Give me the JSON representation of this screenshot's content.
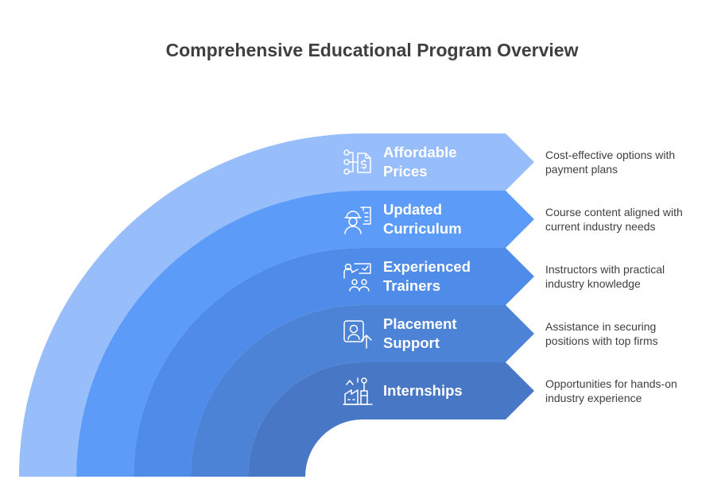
{
  "title": "Comprehensive Educational Program Overview",
  "colors": {
    "band_1": "#97bdfb",
    "band_2": "#5c9bf7",
    "band_3": "#4f8be8",
    "band_4": "#4c83d6",
    "band_5": "#4877c6",
    "text": "#3f3f3f",
    "label": "#ffffff"
  },
  "items": [
    {
      "label_line1": "Affordable",
      "label_line2": "Prices",
      "desc_line1": "Cost-effective options with",
      "desc_line2": "payment plans",
      "icon": "pricing-flow-icon"
    },
    {
      "label_line1": "Updated",
      "label_line2": "Curriculum",
      "desc_line1": "Course content aligned with",
      "desc_line2": "current industry needs",
      "icon": "worker-checklist-icon"
    },
    {
      "label_line1": "Experienced",
      "label_line2": "Trainers",
      "desc_line1": "Instructors with practical",
      "desc_line2": "industry knowledge",
      "icon": "trainer-audience-icon"
    },
    {
      "label_line1": "Placement",
      "label_line2": "Support",
      "desc_line1": "Assistance in securing",
      "desc_line2": "positions with top firms",
      "icon": "profile-upload-icon"
    },
    {
      "label_line1": "Internships",
      "label_line2": "",
      "desc_line1": "Opportunities for hands-on",
      "desc_line2": "industry experience",
      "icon": "factory-robot-icon"
    }
  ]
}
